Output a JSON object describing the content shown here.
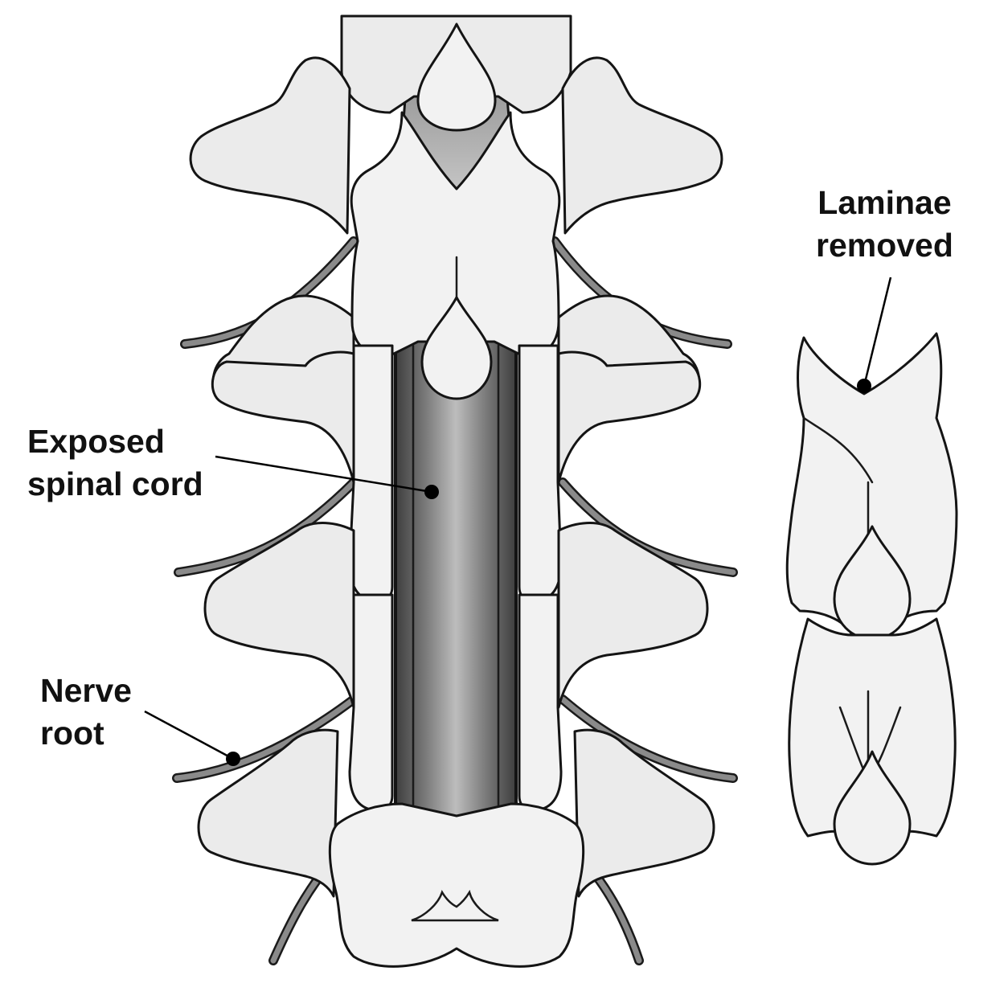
{
  "labels": {
    "laminae_removed": {
      "line1": "Laminae",
      "line2": "removed"
    },
    "exposed_spinal_cord": {
      "line1": "Exposed",
      "line2": "spinal cord"
    },
    "nerve_root": {
      "line1": "Nerve",
      "line2": "root"
    }
  },
  "colors": {
    "bone_fill": "#ebebeb",
    "outline": "#141414",
    "cord_dark": "#4a4a4a",
    "cord_light": "#b8b8b8",
    "nerve_mid": "#8a8a8a"
  }
}
